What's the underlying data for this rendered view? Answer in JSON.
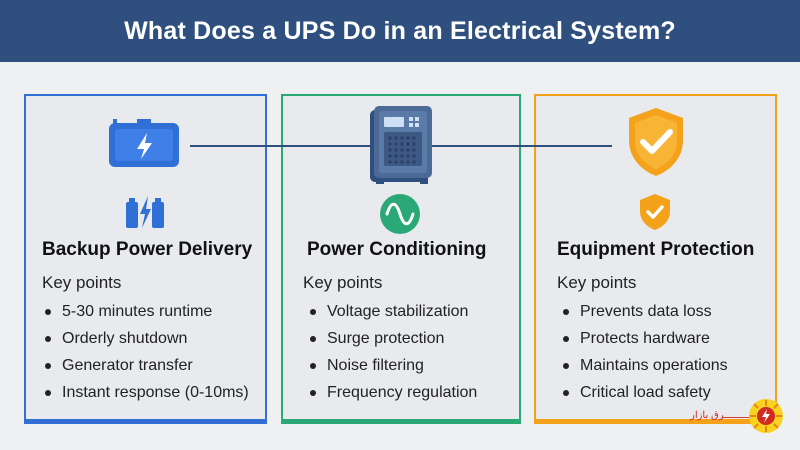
{
  "header": {
    "title": "What Does a UPS Do in an Electrical System?"
  },
  "cards": [
    {
      "title": "Backup Power Delivery",
      "key_label": "Key points",
      "items": [
        "5-30 minutes runtime",
        "Orderly shutdown",
        "Generator transfer",
        "Instant response (0-10ms)"
      ],
      "accent": "#2f6fd6",
      "big_icon": "battery-charging-icon",
      "small_icon": "battery-bolt-icon"
    },
    {
      "title": "Power Conditioning",
      "key_label": "Key points",
      "items": [
        "Voltage stabilization",
        "Surge protection",
        "Noise filtering",
        "Frequency regulation"
      ],
      "accent": "#2aa876",
      "big_icon": "ups-unit-icon",
      "small_icon": "sine-wave-icon"
    },
    {
      "title": "Equipment Protection",
      "key_label": "Key points",
      "items": [
        "Prevents data loss",
        "Protects hardware",
        "Maintains operations",
        "Critical load safety"
      ],
      "accent": "#f3a21a",
      "big_icon": "shield-check-icon",
      "small_icon": "shield-check-small-icon"
    }
  ],
  "watermark": {
    "text": "ـــــــــــرق بازار",
    "icon": "sun-logo-icon"
  },
  "colors": {
    "header_bg": "#2f4f7f",
    "page_bg": "#eef0f2",
    "connector": "#2f4f7f"
  }
}
